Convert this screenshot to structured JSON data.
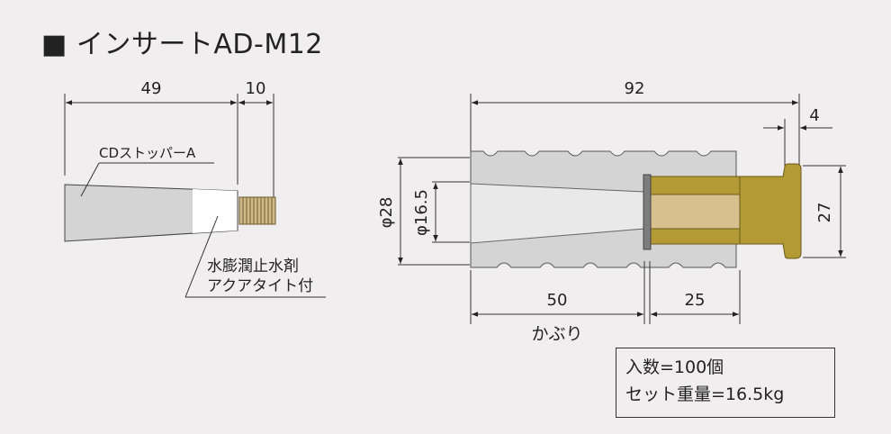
{
  "title": "■ インサートAD-M12",
  "left_view": {
    "dim_body": "49",
    "dim_thread": "10",
    "label_stopper": "CDストッパーA",
    "label_sealant_line1": "水膨潤止水剤",
    "label_sealant_line2": "アクアタイト付"
  },
  "right_view": {
    "dim_total": "92",
    "dim_flange": "4",
    "dim_outer_dia": "φ28",
    "dim_inner_dia": "φ16.5",
    "dim_flange_dia": "27",
    "dim_cover": "50",
    "dim_insert": "25",
    "label_cover": "かぶり"
  },
  "info": {
    "quantity": "入数=100個",
    "weight": "セット重量=16.5kg"
  },
  "colors": {
    "background": "#f0eeee",
    "grey_body": "#d4d4d4",
    "light_cone": "#e9e9e9",
    "brass": "#b39a34",
    "brass_light": "#d7c08e"
  }
}
